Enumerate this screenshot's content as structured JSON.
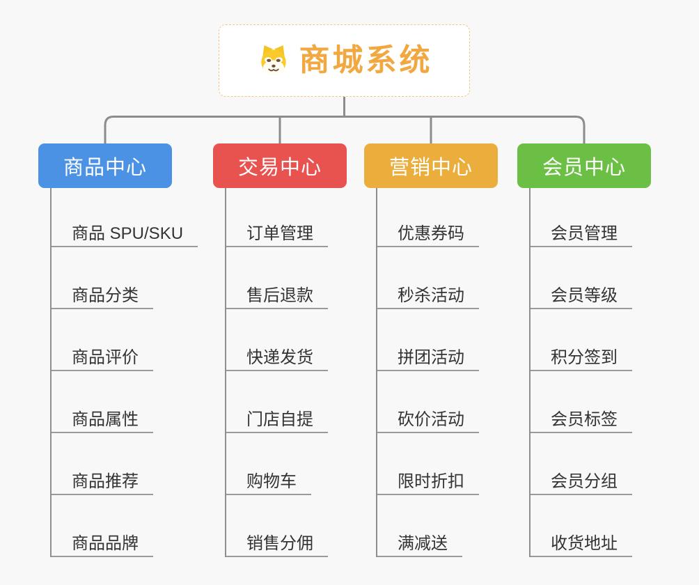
{
  "root": {
    "title": "商城系统",
    "icon": "dog-face-icon"
  },
  "branches": [
    {
      "label": "商品中心",
      "slug": "product-center",
      "color": "#4b92e4",
      "children": [
        "商品 SPU/SKU",
        "商品分类",
        "商品评价",
        "商品属性",
        "商品推荐",
        "商品品牌"
      ]
    },
    {
      "label": "交易中心",
      "slug": "trade-center",
      "color": "#e8534f",
      "children": [
        "订单管理",
        "售后退款",
        "快递发货",
        "门店自提",
        "购物车",
        "销售分佣"
      ]
    },
    {
      "label": "营销中心",
      "slug": "marketing-center",
      "color": "#ebae3d",
      "children": [
        "优惠券码",
        "秒杀活动",
        "拼团活动",
        "砍价活动",
        "限时折扣",
        "满减送"
      ]
    },
    {
      "label": "会员中心",
      "slug": "member-center",
      "color": "#6cbf45",
      "children": [
        "会员管理",
        "会员等级",
        "积分签到",
        "会员标签",
        "会员分组",
        "收货地址"
      ]
    }
  ],
  "colors": {
    "background": "#f8f8f8",
    "connector": "#8c8c8c",
    "underline": "#9a9a9a",
    "child_text": "#333333",
    "root_title": "#f1a840",
    "root_border": "#f2c782"
  }
}
